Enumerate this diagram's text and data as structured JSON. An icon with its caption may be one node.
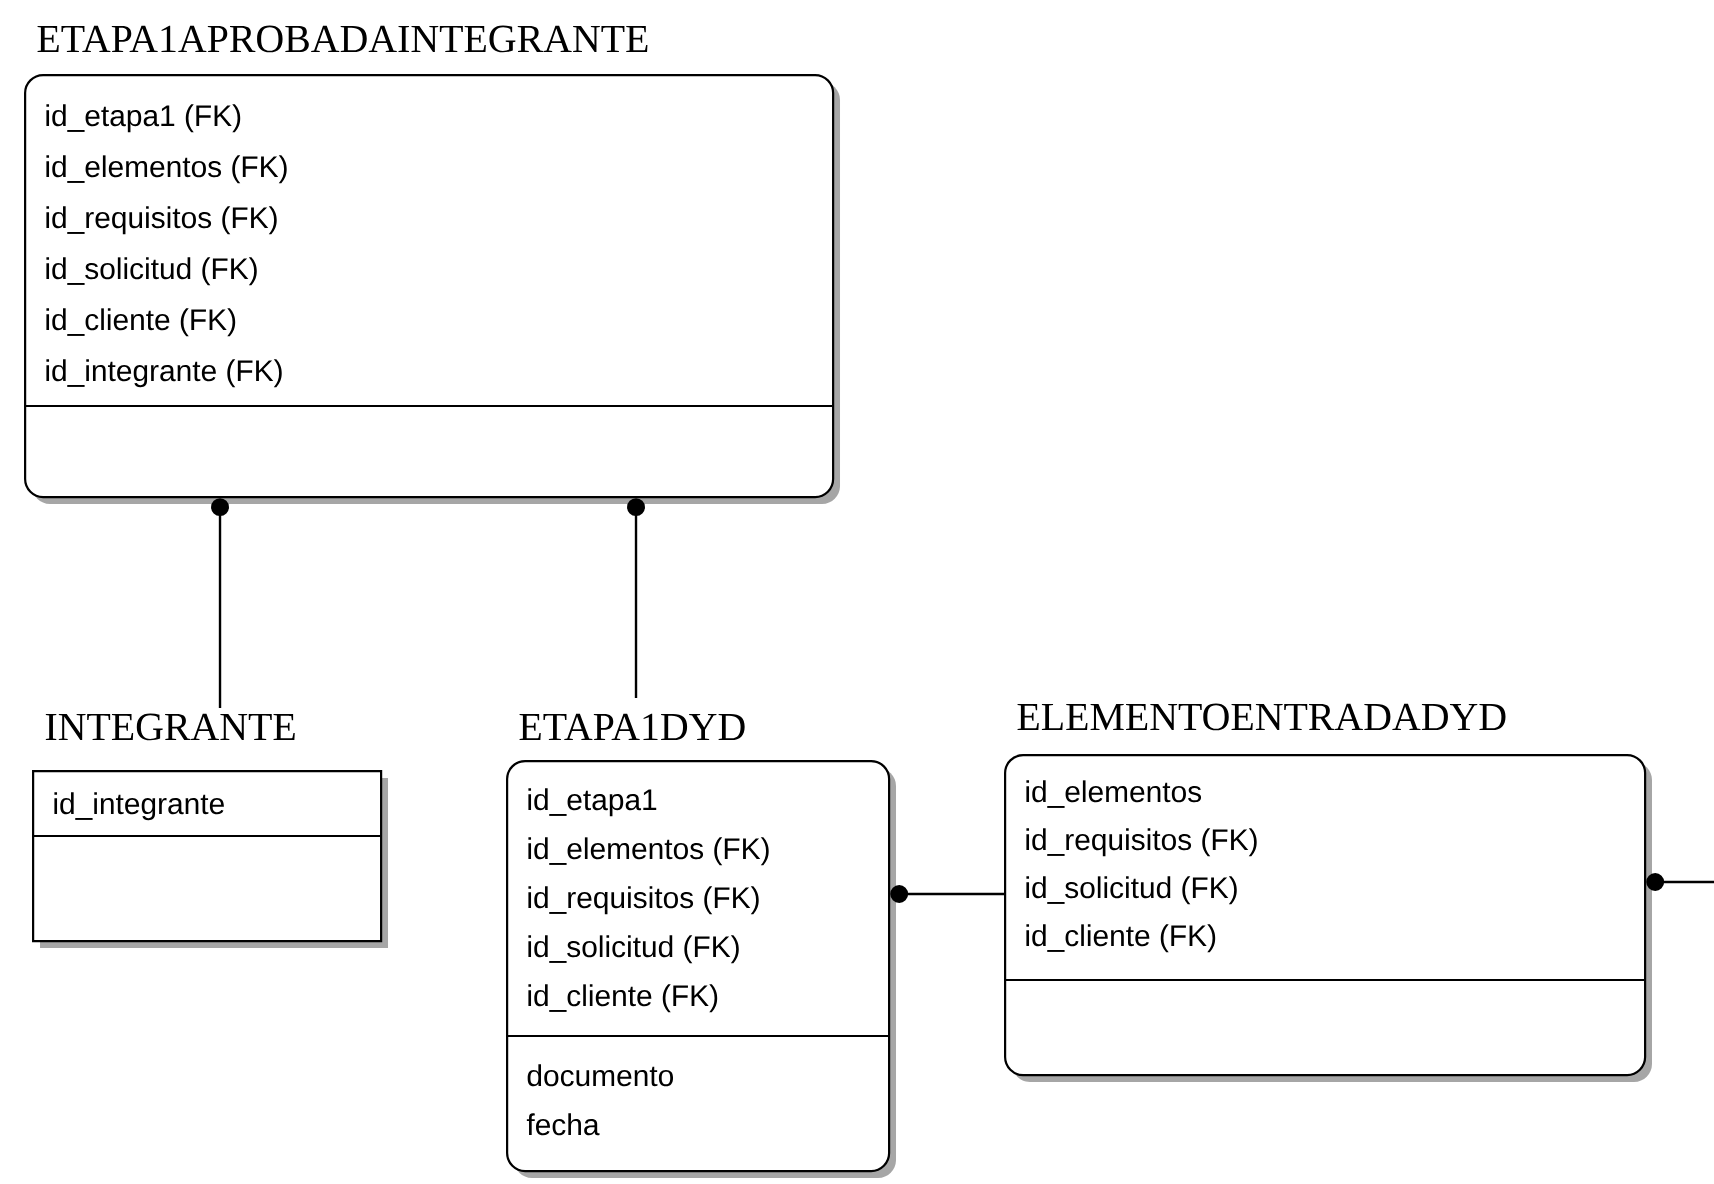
{
  "diagram": {
    "nodes": [
      {
        "text": [
          "ETAPA1APROBADAINTEGRANTE",
          "id_etapa1 (FK)",
          "id_elementos (FK)",
          "id_requisitos (FK)",
          "id_solicitud (FK)",
          "id_cliente (FK)",
          "id_integrante (FK)"
        ]
      },
      {
        "text": [
          "INTEGRANTE",
          "id_integrante"
        ]
      },
      {
        "text": [
          "ETAPA1DYD",
          "id_etapa1",
          "id_elementos (FK)",
          "id_requisitos (FK)",
          "id_solicitud (FK)",
          "id_cliente (FK)",
          "documento",
          "fecha"
        ]
      },
      {
        "text": [
          "ELEMENTOENTRADADYD",
          "id_elementos",
          "id_requisitos (FK)",
          "id_solicitud (FK)",
          "id_cliente (FK)"
        ]
      }
    ],
    "edges": [
      {
        "from": 1,
        "to": 0,
        "arrow": "other"
      },
      {
        "from": 2,
        "to": 0,
        "arrow": "other"
      },
      {
        "from": 3,
        "to": 2,
        "arrow": "other"
      },
      {
        "from": null,
        "to": 3,
        "arrow": "other"
      }
    ]
  }
}
